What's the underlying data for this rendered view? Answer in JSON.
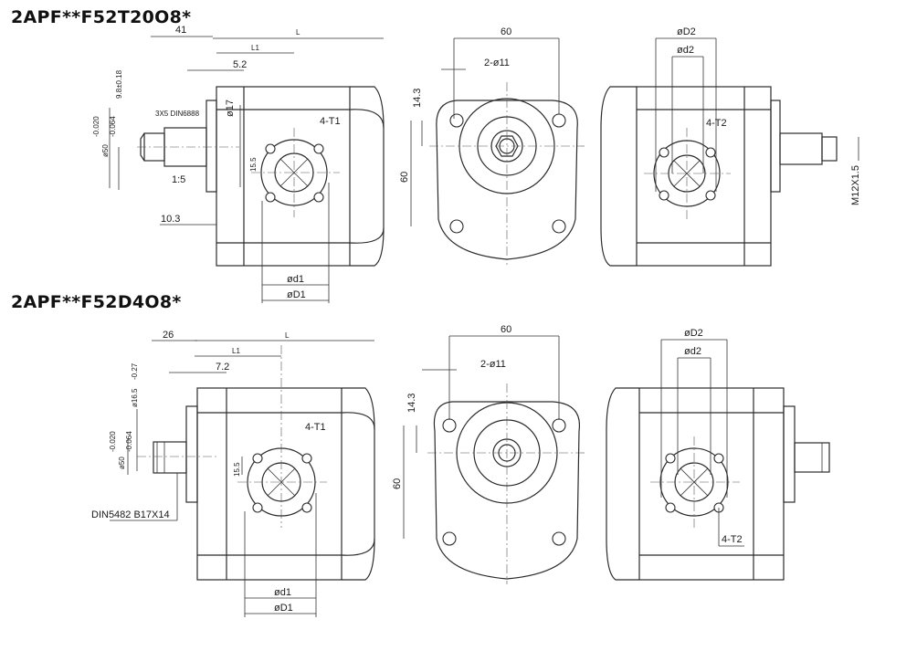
{
  "models": [
    {
      "title": "2APF**F52T20O8*",
      "side": {
        "dim_41": "41",
        "dim_L": "L",
        "dim_L1": "L1",
        "dim_5_2": "5.2",
        "dim_9_8": "9.8±0.18",
        "dim_phi17": "ø17",
        "dim_phi50": "ø50",
        "tol_upper": "-0.020",
        "tol_lower": "-0.064",
        "key": "3X5 DIN6888",
        "taper": "1:5",
        "dim_15_5": "15.5",
        "dim_10_3": "10.3",
        "ports": "4-T1",
        "phi_d1": "ød1",
        "phi_D1": "øD1"
      },
      "front": {
        "dim_60_top": "60",
        "holes": "2-ø11",
        "dim_14_3": "14.3",
        "dim_60_side": "60"
      },
      "rear": {
        "phi_D2": "øD2",
        "phi_d2": "ød2",
        "ports": "4-T2",
        "thread": "M12X1.5"
      }
    },
    {
      "title": "2APF**F52D4O8*",
      "side": {
        "dim_26": "26",
        "dim_L": "L",
        "dim_L1": "L1",
        "dim_7_2": "7.2",
        "dim_phi16_5": "ø16.5",
        "dim_phi16_5_tol": "-0.27",
        "dim_phi50": "ø50",
        "tol_upper": "-0.020",
        "tol_lower": "-0.064",
        "spline": "DIN5482  B17X14",
        "dim_15_5": "15.5",
        "ports": "4-T1",
        "phi_d1": "ød1",
        "phi_D1": "øD1"
      },
      "front": {
        "dim_60_top": "60",
        "holes": "2-ø11",
        "dim_14_3": "14.3",
        "dim_60_side": "60"
      },
      "rear": {
        "phi_D2": "øD2",
        "phi_d2": "ød2",
        "ports": "4-T2"
      }
    }
  ]
}
